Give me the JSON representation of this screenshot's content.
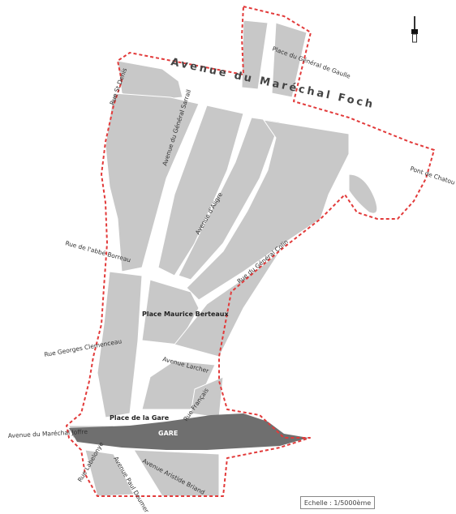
{
  "labels": {
    "avenue_foch": "Avenue du Maréchal Foch",
    "place_gaulle": "Place du Général de Gaulle",
    "rue_saint_denis": "Rue St Denis",
    "avenue_sarrail": "Avenue du Général Sarrail",
    "avenue_aligre": "Avenue d'Aligre",
    "pont_chatou": "Pont de Chatou",
    "rue_abbe_borreau": "Rue de l'abbé Borreau",
    "rue_colin": "Rue du Général Colin",
    "place_berteaux": "Place Maurice Berteaux",
    "rue_clemenceau": "Rue Georges Clemenceau",
    "avenue_larcher": "Avenue Larcher",
    "place_gare": "Place de la Gare",
    "rue_francais": "Rue Français",
    "gare": "GARE",
    "avenue_joffre": "Avenue du Maréchal Joffre",
    "rue_labelonye": "Rue Labelonye",
    "avenue_doumer": "Avenue Paul Doumer",
    "avenue_briand": "Avenue Aristide Briand"
  },
  "scale": {
    "text": "Echelle : 1/5000ème"
  },
  "icons": {
    "north_arrow": "north-arrow-icon"
  },
  "colors": {
    "perimeter": "#e23a3a",
    "blocks": "#c8c8c8",
    "station": "#6f6f6f"
  }
}
